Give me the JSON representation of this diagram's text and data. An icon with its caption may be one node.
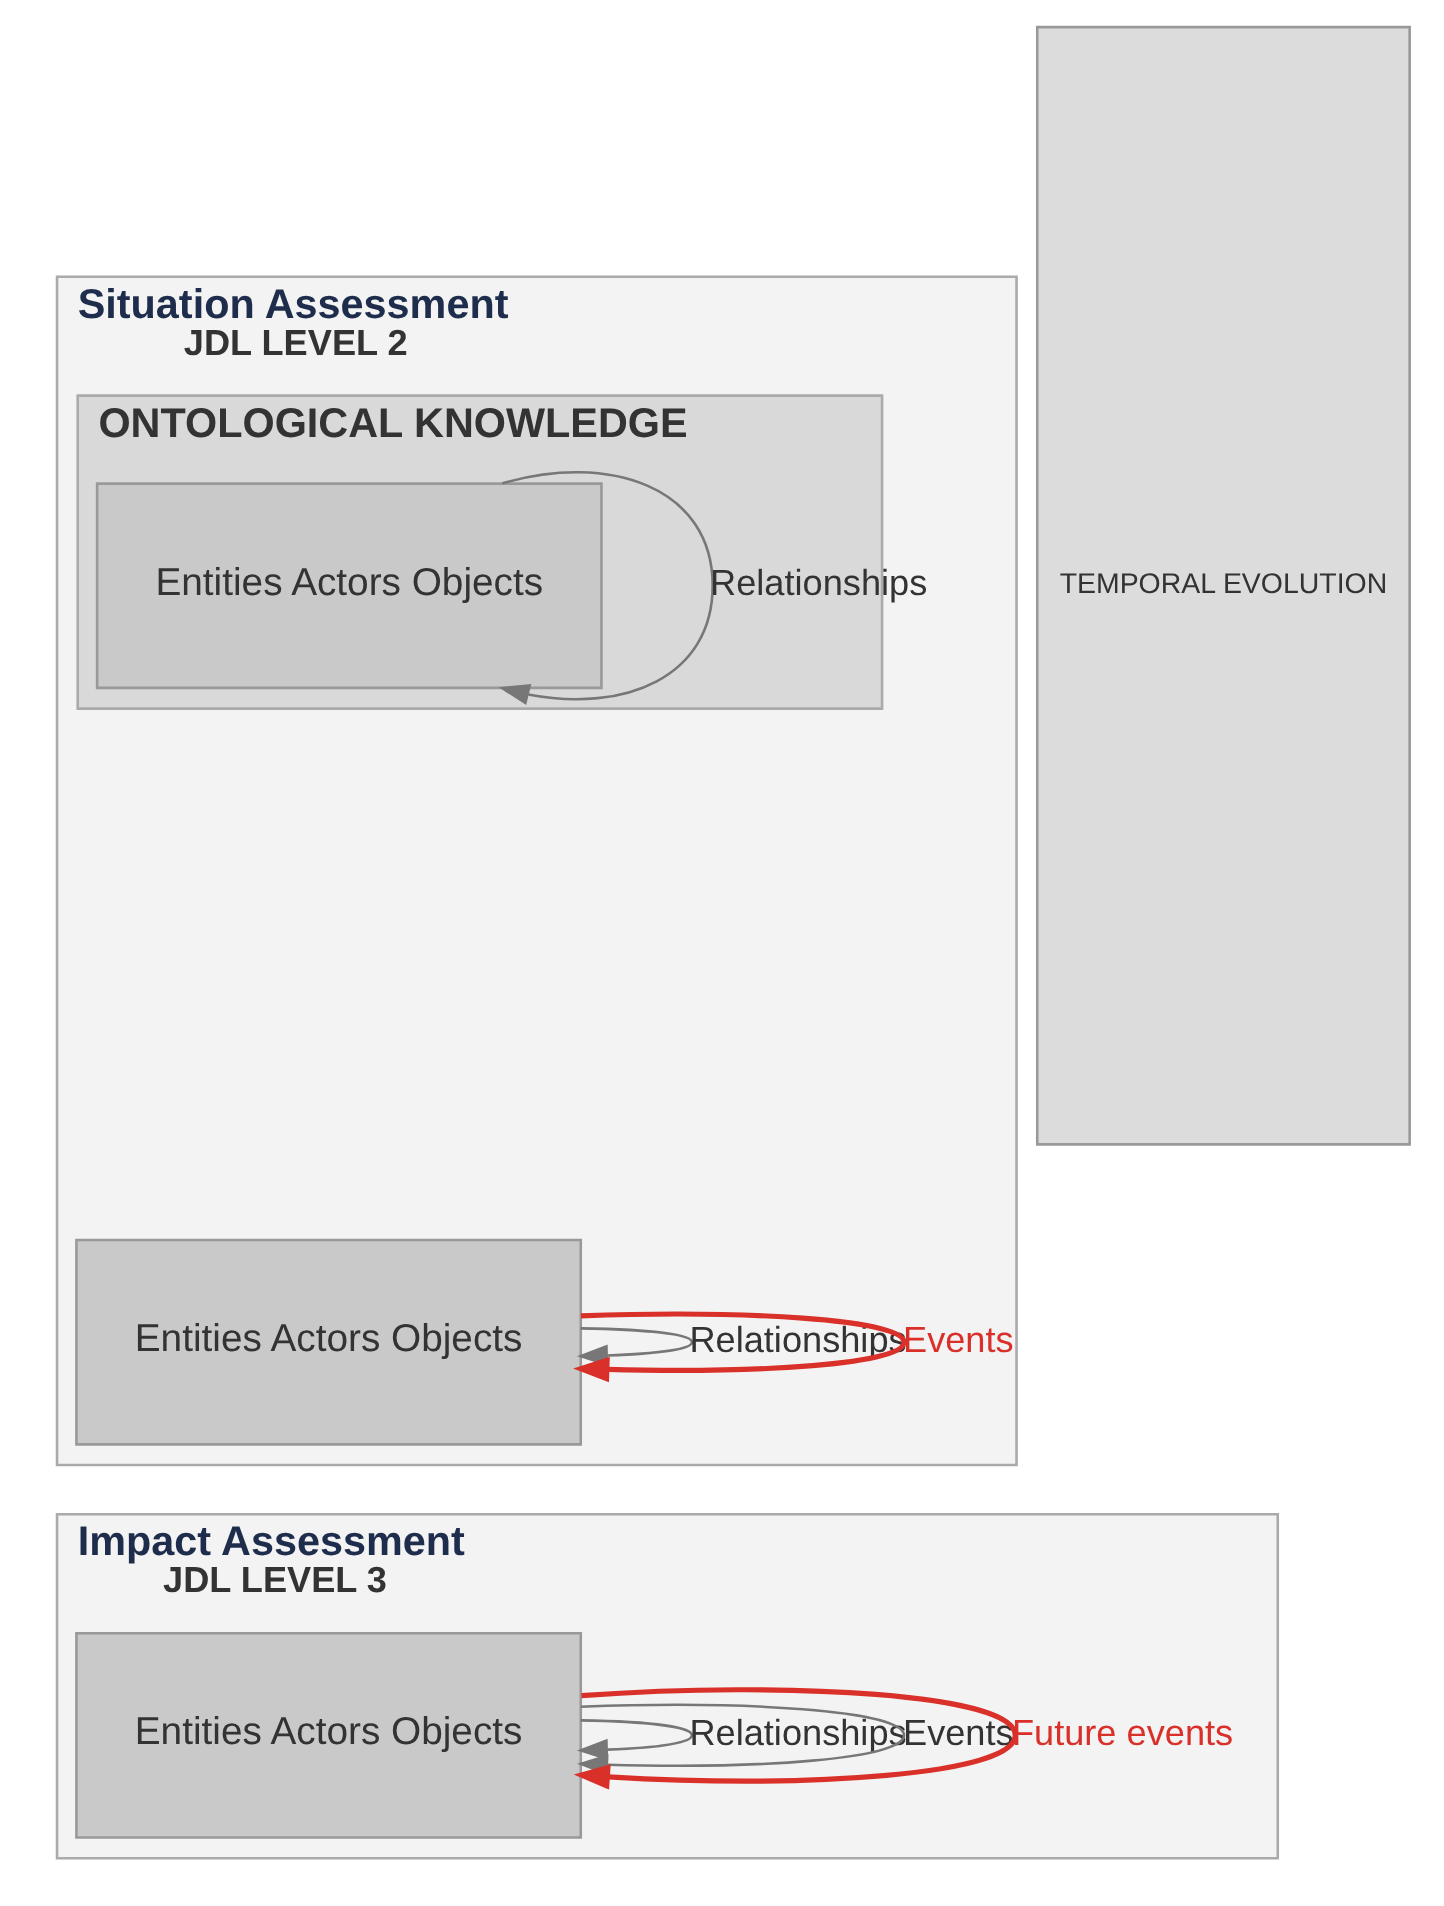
{
  "diagram": {
    "nodes": [
      {
        "text": [
          "Situation Assessment",
          "JDL LEVEL 2"
        ]
      },
      {
        "text": [
          "ONTOLOGICAL KNOWLEDGE"
        ],
        "in": 0
      },
      {
        "text": [
          "Entities Actors Objects"
        ],
        "in": 1
      },
      {
        "text": [
          "Entities Actors Objects"
        ],
        "in": 0
      },
      {
        "text": [
          "Impact Assessment",
          "JDL LEVEL 3"
        ]
      },
      {
        "text": [
          "Entities Actors Objects"
        ],
        "in": 4
      },
      {
        "text": [
          "TEMPORAL EVOLUTION"
        ]
      }
    ],
    "edges": [
      {
        "from": 2,
        "to": 2,
        "arrow": "to",
        "label": "Relationships"
      },
      {
        "from": 3,
        "to": 3,
        "arrow": "to",
        "label": "Relationships"
      },
      {
        "from": 3,
        "to": 3,
        "arrow": "to",
        "label": "Events",
        "color": "#d9302a"
      },
      {
        "from": 5,
        "to": 5,
        "arrow": "to",
        "label": "Relationships"
      },
      {
        "from": 5,
        "to": 5,
        "arrow": "to",
        "label": "Events"
      },
      {
        "from": 5,
        "to": 5,
        "arrow": "to",
        "label": "Future events",
        "color": "#d9302a"
      }
    ]
  }
}
